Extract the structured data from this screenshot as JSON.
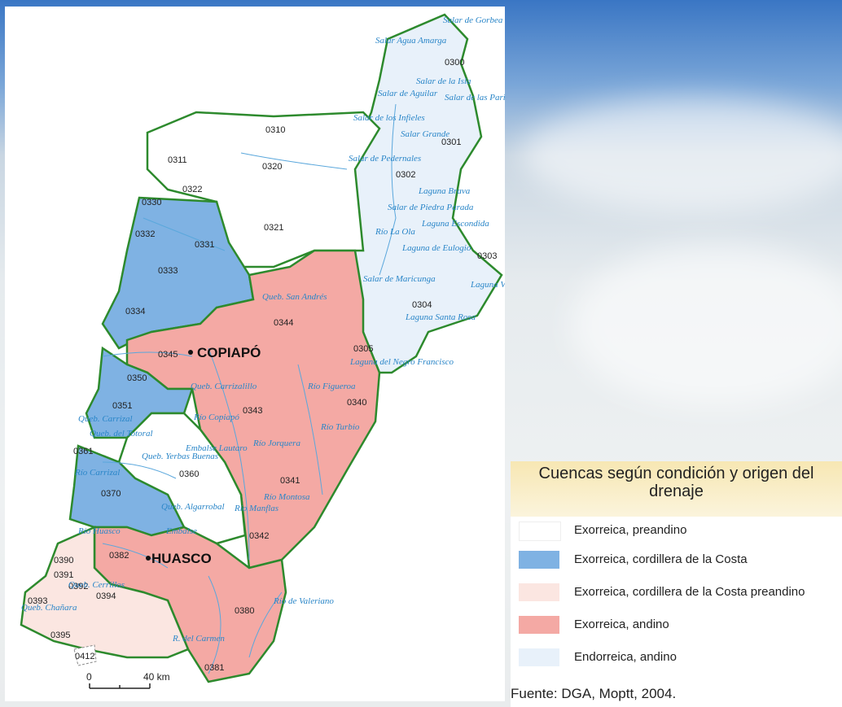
{
  "map": {
    "basins": [
      {
        "code": "0300",
        "type": "endorheic"
      },
      {
        "code": "0301",
        "type": "endorheic"
      },
      {
        "code": "0302",
        "type": "endorheic"
      },
      {
        "code": "0303",
        "type": "endorheic"
      },
      {
        "code": "0304",
        "type": "endorheic"
      },
      {
        "code": "0305",
        "type": "endorheic"
      },
      {
        "code": "0310",
        "type": "preandino"
      },
      {
        "code": "0311",
        "type": "preandino"
      },
      {
        "code": "0320",
        "type": "preandino"
      },
      {
        "code": "0321",
        "type": "preandino"
      },
      {
        "code": "0322",
        "type": "preandino"
      },
      {
        "code": "0330",
        "type": "costa"
      },
      {
        "code": "0331",
        "type": "costa"
      },
      {
        "code": "0332",
        "type": "costa"
      },
      {
        "code": "0333",
        "type": "costa"
      },
      {
        "code": "0334",
        "type": "costa"
      },
      {
        "code": "0340",
        "type": "andino"
      },
      {
        "code": "0341",
        "type": "andino"
      },
      {
        "code": "0342",
        "type": "andino"
      },
      {
        "code": "0343",
        "type": "andino"
      },
      {
        "code": "0344",
        "type": "andino"
      },
      {
        "code": "0345",
        "type": "andino"
      },
      {
        "code": "0350",
        "type": "costa"
      },
      {
        "code": "0351",
        "type": "costa"
      },
      {
        "code": "0361",
        "type": "preandino"
      },
      {
        "code": "0360",
        "type": "preandino"
      },
      {
        "code": "0370",
        "type": "costa"
      },
      {
        "code": "0380",
        "type": "andino"
      },
      {
        "code": "0381",
        "type": "andino"
      },
      {
        "code": "0382",
        "type": "andino"
      },
      {
        "code": "0390",
        "type": "costa_preandino"
      },
      {
        "code": "0391",
        "type": "costa_preandino"
      },
      {
        "code": "0392",
        "type": "costa_preandino"
      },
      {
        "code": "0393",
        "type": "costa_preandino"
      },
      {
        "code": "0394",
        "type": "costa_preandino"
      },
      {
        "code": "0395",
        "type": "costa_preandino"
      },
      {
        "code": "0412",
        "type": "preandino"
      }
    ],
    "cities": [
      {
        "name": "COPIAPÓ",
        "id": "copiapo"
      },
      {
        "name": "HUASCO",
        "id": "huasco"
      }
    ],
    "water_labels": [
      "Salar de Gorbea",
      "Salar Agua Amarga",
      "Salar de la Isla",
      "Salar de las Parinas",
      "Salar de Aguilar",
      "Salar de los Infieles",
      "Salar Grande",
      "Salar de Pedernales",
      "Laguna Brava",
      "Salar de Piedra Parada",
      "Río La Ola",
      "Laguna Escondida",
      "Laguna de Eulogio",
      "Salar de Maricunga",
      "Laguna Verde",
      "Laguna Santa Rosa",
      "Laguna del Negro Francisco",
      "Queb. San Andrés",
      "Queb. Carrizalillo",
      "Río Figueroa",
      "Río Copiapó",
      "Río Jorquera",
      "Río Turbio",
      "Embalse Lautaro",
      "Queb. Carrizal",
      "Queb. Yerbas Buenas",
      "Río Carrizal",
      "Queb. Algarrobal",
      "Río Manflas",
      "Río Montosa",
      "Río Huasco",
      "Embalse",
      "Río de Valeriano",
      "R. del Carmen",
      "Queb. Chañara",
      "Queb. Cerrillos",
      "Queb. del Totoral"
    ],
    "scale": {
      "zero": "0",
      "distance": "40 km"
    }
  },
  "legend": {
    "title": "Cuencas según condición y origen del drenaje",
    "items": [
      {
        "label": "Exorreica, preandino",
        "color": "#ffffff"
      },
      {
        "label": "Exorreica, cordillera de la Costa",
        "color": "#7fb2e3"
      },
      {
        "label": "Exorreica, cordillera de la Costa preandino",
        "color": "#fbe6e1"
      },
      {
        "label": "Exorreica, andino",
        "color": "#f4a9a4"
      },
      {
        "label": "Endorreica, andino",
        "color": "#e8f1fa"
      }
    ]
  },
  "source": "Fuente: DGA, Moptt, 2004.",
  "colors": {
    "preandino": "#ffffff",
    "costa": "#7fb2e3",
    "costa_preandino": "#fbe6e1",
    "andino": "#f4a9a4",
    "endorheic": "#e8f1fa",
    "border": "#2d8a2d",
    "river": "#5aa7dc"
  }
}
